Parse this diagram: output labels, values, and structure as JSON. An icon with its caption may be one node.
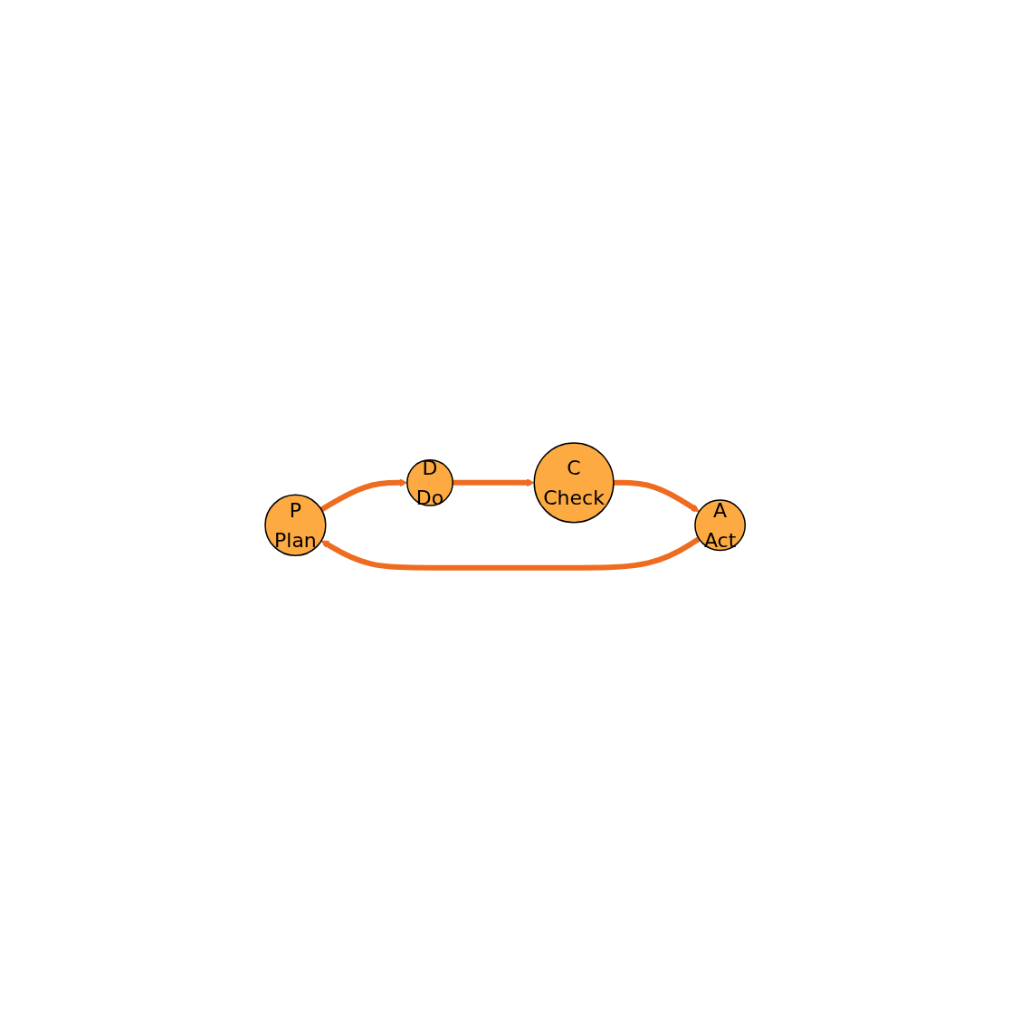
{
  "diagram": {
    "nodes": [
      {
        "text": [
          "P",
          "Plan"
        ]
      },
      {
        "text": [
          "D",
          "Do"
        ]
      },
      {
        "text": [
          "C",
          "Check"
        ]
      },
      {
        "text": [
          "A",
          "Act"
        ]
      }
    ],
    "edges": [
      {
        "from": 0,
        "to": 1,
        "arrow": "to"
      },
      {
        "from": 1,
        "to": 2,
        "arrow": "to"
      },
      {
        "from": 2,
        "to": 3,
        "arrow": "to"
      },
      {
        "from": 3,
        "to": 0,
        "arrow": "to"
      }
    ]
  }
}
